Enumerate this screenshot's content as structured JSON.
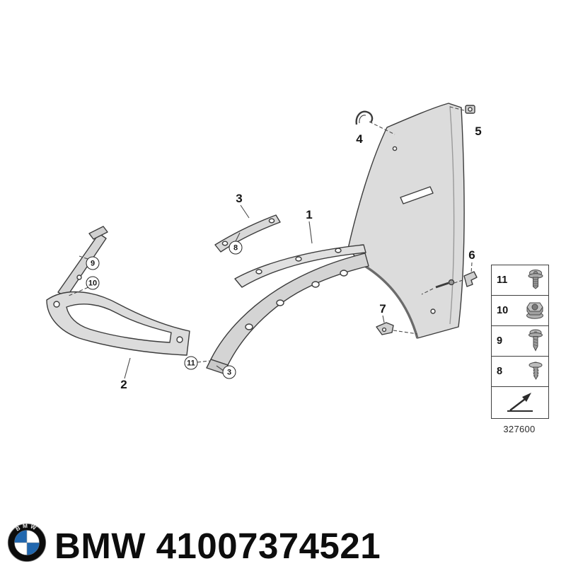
{
  "page": {
    "background": "#ffffff"
  },
  "diagram": {
    "number": "327600",
    "callouts": {
      "n1": "1",
      "n2": "2",
      "n3": "3",
      "n4": "4",
      "n5": "5",
      "n6": "6",
      "n7": "7",
      "c8": "8",
      "c9": "9",
      "c10": "10",
      "c11": "11",
      "c3b": "3"
    },
    "legend": {
      "rows": [
        {
          "label": "11",
          "icon": "torx-screw-icon"
        },
        {
          "label": "10",
          "icon": "flange-nut-icon"
        },
        {
          "label": "9",
          "icon": "tapping-screw-icon"
        },
        {
          "label": "8",
          "icon": "expansion-rivet-icon"
        }
      ],
      "continuation_icon": "page-continues-arrow-icon"
    },
    "colors": {
      "line": "#3c3c3c",
      "fill_light": "#dcdcdc"
    }
  },
  "footer": {
    "logo": "bmw-roundel-logo",
    "logo_letters": "BMW",
    "title": "BMW 41007374521",
    "brand_blue": "#2167ae"
  }
}
